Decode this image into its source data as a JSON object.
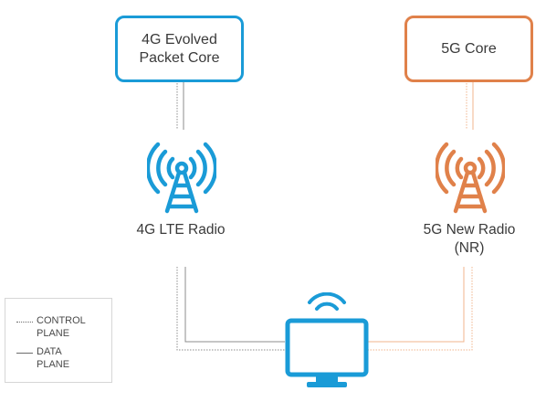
{
  "nodes": {
    "epc": {
      "label": "4G Evolved\nPacket Core",
      "color": "#1a9bd7"
    },
    "core5g": {
      "label": "5G Core",
      "color": "#e0814a"
    }
  },
  "radios": {
    "lte": {
      "label": "4G LTE Radio",
      "color": "#1a9bd7"
    },
    "nr": {
      "label": "5G New Radio\n(NR)",
      "color": "#e0814a"
    }
  },
  "device": {
    "icon": "wireless-monitor-icon",
    "color": "#1a9bd7"
  },
  "legend": {
    "control_label": "CONTROL\nPLANE",
    "data_label": "DATA\nPLANE"
  },
  "colors": {
    "blue": "#1a9bd7",
    "orange": "#e0814a",
    "gray_line": "#8c8c8c",
    "orange_line": "#f0b48c"
  }
}
